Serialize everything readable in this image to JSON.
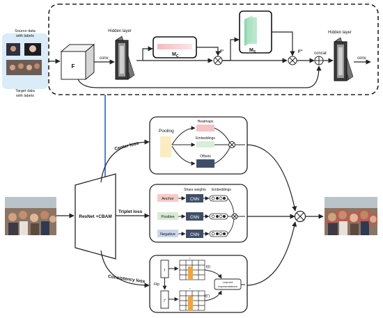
{
  "top": {
    "source_label": [
      "Source data",
      "with labels"
    ],
    "target_label": [
      "Target data",
      "with labels"
    ],
    "conv1": "conv",
    "feature": "F",
    "hidden_left": "Hidden layer",
    "mc": "M",
    "mc_sub": "C",
    "fprime": "F'",
    "ms": "M",
    "ms_sub": "S",
    "fdouble": "F''",
    "concat": "concat",
    "hidden_right": "Hidden layer",
    "conv2": "conv"
  },
  "backbone": "ResNet +CBAM",
  "center": {
    "loss": "Center loss",
    "pooling": "Pooling",
    "heatmaps": "Heatmaps",
    "embeddings": "Embeddings",
    "offsets": "Offsets"
  },
  "triplet": {
    "loss": "Triplet loss",
    "share": "Share weights",
    "embeddings": "Embeddings",
    "anchor": "Anchor",
    "positive": "Positive",
    "negative": "Negative",
    "cnn": "CNN"
  },
  "consistency": {
    "loss": "Consistency loss",
    "i": "I",
    "iprime": "I'",
    "flip": "Flip",
    "fi": "f(I)",
    "fip": "f(I')",
    "learned": [
      "Learned",
      "representations"
    ],
    "pt": "r"
  },
  "colors": {
    "heatmap": "#f6c3c5",
    "embed": "#d8eed8",
    "offset": "#3f4f6a",
    "pooling": "#fbedc0",
    "anchor": "#f8c9c8",
    "positive": "#d5ecd3",
    "negative": "#c8d6ec",
    "cnn": "#3f4f6a",
    "highlight": "#f2a43a",
    "blue_arrow": "#2a5bd7"
  }
}
